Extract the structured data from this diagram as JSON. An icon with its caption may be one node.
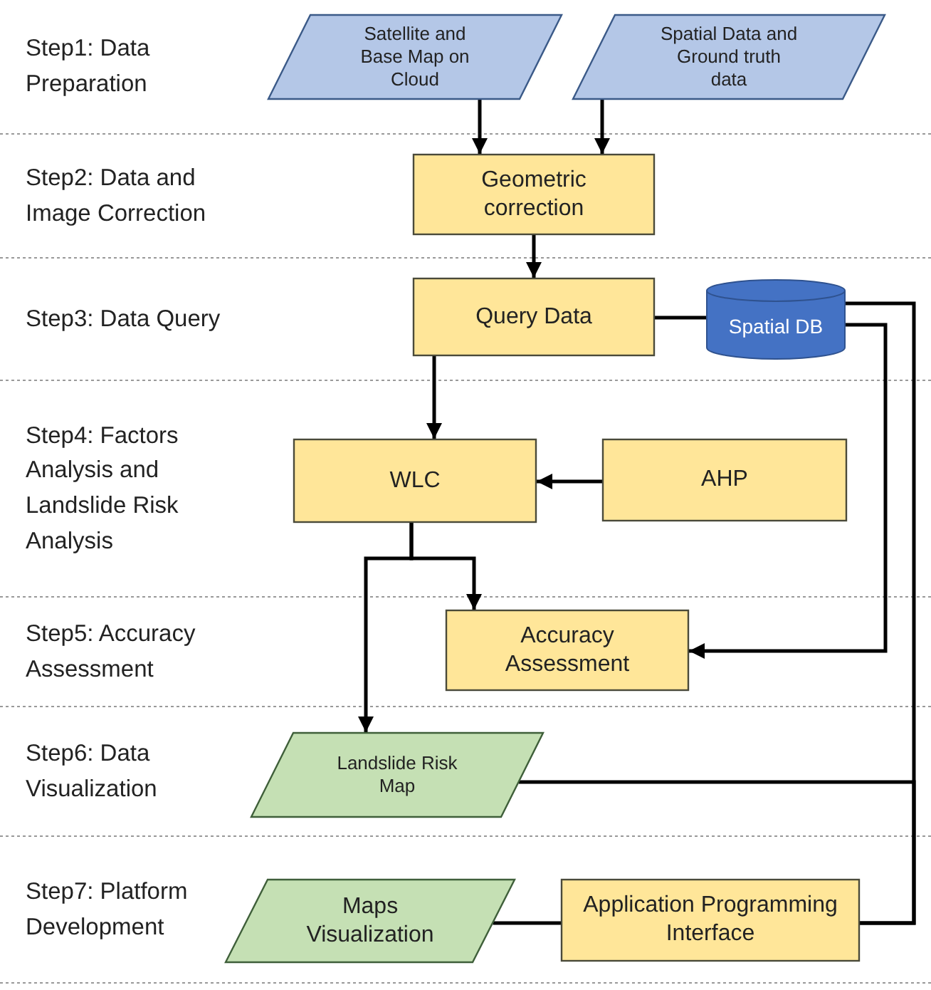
{
  "diagram": {
    "nodes": [
      {
        "text": [
          "Satellite and Base Map on Cloud"
        ]
      },
      {
        "text": [
          "Spatial Data and Ground truth data"
        ]
      },
      {
        "text": [
          "Geometric correction"
        ]
      },
      {
        "text": [
          "Query Data"
        ]
      },
      {
        "text": [
          "Spatial DB"
        ]
      },
      {
        "text": [
          "WLC"
        ]
      },
      {
        "text": [
          "AHP"
        ]
      },
      {
        "text": [
          "Accuracy Assessment"
        ]
      },
      {
        "text": [
          "Landslide Risk Map"
        ]
      },
      {
        "text": [
          "Maps Visualization"
        ]
      },
      {
        "text": [
          "Application Programming Interface"
        ]
      }
    ],
    "edges": [
      {
        "from": 0,
        "to": 2,
        "arrow": "to"
      },
      {
        "from": 1,
        "to": 2,
        "arrow": "to"
      },
      {
        "from": 2,
        "to": 3,
        "arrow": "to"
      },
      {
        "from": 3,
        "to": 4,
        "arrow": "none"
      },
      {
        "from": 3,
        "to": 5,
        "arrow": "to"
      },
      {
        "from": 6,
        "to": 5,
        "arrow": "to"
      },
      {
        "from": 5,
        "to": 7,
        "arrow": "to"
      },
      {
        "from": 5,
        "to": 8,
        "arrow": "to"
      },
      {
        "from": 4,
        "to": 7,
        "arrow": "to"
      },
      {
        "from": 4,
        "to": 10,
        "arrow": "none"
      },
      {
        "from": 8,
        "to": 10,
        "arrow": "none"
      },
      {
        "from": 9,
        "to": 10,
        "arrow": "none"
      }
    ],
    "labels": [
      "Step1: Data Preparation",
      "Step2: Data and Image Correction",
      "Step3: Data Query",
      "Step4: Factors Analysis and Landslide Risk Analysis",
      "Step5: Accuracy Assessment",
      "Step6: Data Visualization",
      "Step7: Platform Development"
    ]
  }
}
